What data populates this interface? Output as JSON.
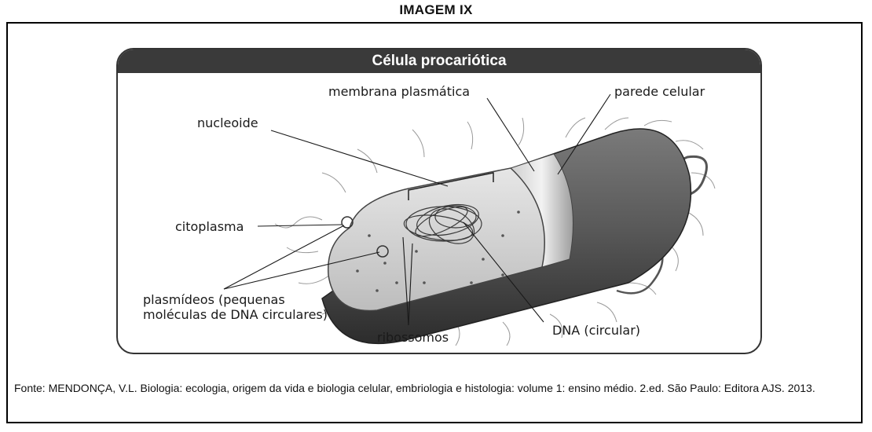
{
  "heading": "IMAGEM IX",
  "panel_title": "Célula procariótica",
  "labels": {
    "membrana": "membrana plasmática",
    "parede": "parede celular",
    "nucleoide": "nucleoide",
    "citoplasma": "citoplasma",
    "plasmideos": "plasmídeos (pequenas moléculas de DNA circulares)",
    "ribossomos": "ribossomos",
    "dna": "DNA (circular)"
  },
  "source": "Fonte: MENDONÇA, V.L. Biologia: ecologia, origem da vida e biologia celular, embriologia e histologia: volume 1: ensino médio. 2.ed. São Paulo: Editora AJS. 2013."
}
